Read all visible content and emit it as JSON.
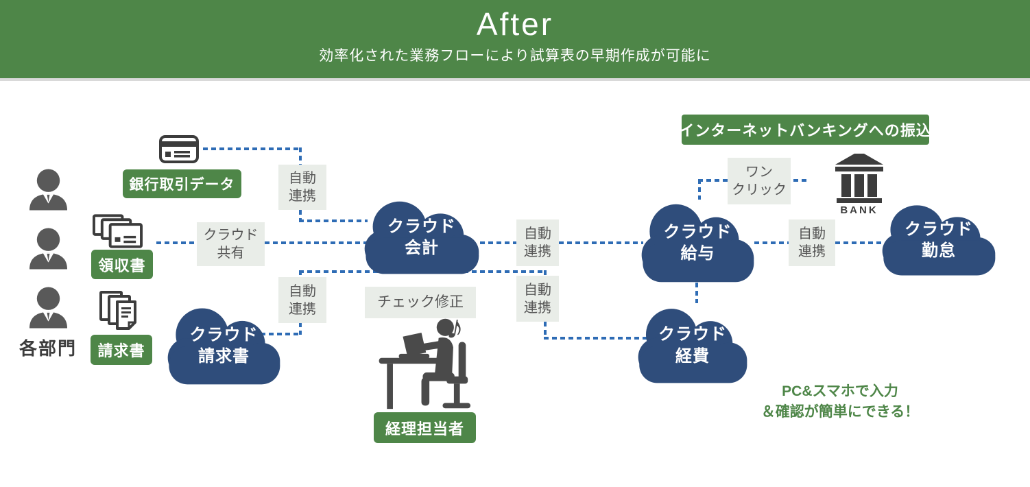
{
  "header": {
    "title": "After",
    "subtitle": "効率化された業務フローにより試算表の早期作成が可能に"
  },
  "actors": {
    "department": "各部門"
  },
  "green_labels": {
    "bank_data": "銀行取引データ",
    "receipt": "領収書",
    "invoice": "請求書",
    "accounting_staff": "経理担当者",
    "internet_banking": "インターネットバンキングへの振込"
  },
  "process_boxes": {
    "auto_link_card": "自動\n連携",
    "cloud_share": "クラウド\n共有",
    "auto_link_invoice": "自動\n連携",
    "check_fix": "チェック修正",
    "auto_link_payroll": "自動\n連携",
    "auto_link_expense": "自動\n連携",
    "auto_link_attendance": "自動\n連携",
    "one_click": "ワン\nクリック"
  },
  "clouds": {
    "invoice": "クラウド\n請求書",
    "accounting": "クラウド\n会計",
    "payroll": "クラウド\n給与",
    "expense": "クラウド\n経費",
    "attendance": "クラウド\n勤怠"
  },
  "bank": {
    "caption": "BANK"
  },
  "footnote": {
    "text": "PC&スマホで入力\n＆確認が簡単にできる！"
  },
  "icons": {
    "music_note": "♪"
  },
  "colors": {
    "header_green": "#4E8648",
    "label_green": "#4E8648",
    "cloud_navy": "#2F4D7B",
    "box_gray": "#E9EDE8",
    "line_blue": "#2E6CB5",
    "icon_gray": "#3C3C3C"
  }
}
